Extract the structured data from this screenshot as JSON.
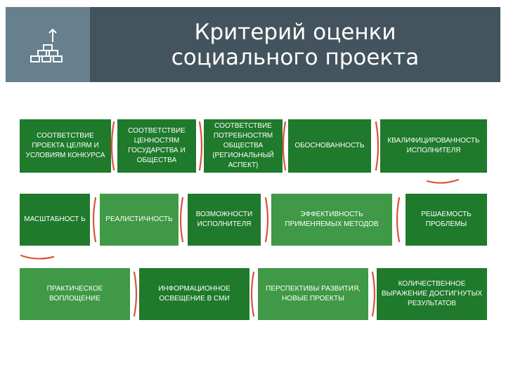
{
  "header": {
    "title_line1": "Критерий оценки",
    "title_line2": "социального проекта",
    "icon": "stairs-up-icon"
  },
  "criteria": [
    "СООТВЕТСТВИЕ ПРОЕКТА ЦЕЛЯМ И УСЛОВИЯМ КОНКУРСА",
    "СООТВЕТСТВИЕ ЦЕННОСТЯМ ГОСУДАРСТВА И ОБЩЕСТВА",
    "СООТВЕТСТВИЕ ПОТРЕБНОСТЯМ ОБЩЕСТВА (РЕГИОНАЛЬНЫЙ АСПЕКТ)",
    "ОБОСНОВАННОСТЬ",
    "КВАЛИФИЦИРОВАННОСТЬ ИСПОЛНИТЕЛЯ",
    "МАСШТАБНОСТ Ь",
    "РЕАЛИСТИЧНОСТЬ",
    "ВОЗМОЖНОСТИ ИСПОЛНИТЕЛЯ",
    "ЭФФЕКТИВНОСТЬ ПРИМЕНЯЕМЫХ МЕТОДОВ",
    "РЕШАЕМОСТЬ ПРОБЛЕМЫ",
    "ПРАКТИЧЕСКОЕ ВОПЛОЩЕНИЕ",
    "ИНФОРМАЦИОННОЕ ОСВЕЩЕНИЕ В СМИ",
    "ПЕРСПЕКТИВЫ РАЗВИТИЯ, НОВЫЕ ПРОЕКТЫ",
    "КОЛИЧЕСТВЕННОЕ ВЫРАЖЕНИЕ ДОСТИГНУТЫХ РЕЗУЛЬТАТОВ"
  ],
  "colors": {
    "box_dark": "#1f7a2c",
    "box_light": "#3f9946",
    "connector": "#d9533a",
    "header_dark": "#44545e",
    "header_light": "#687f8e"
  }
}
